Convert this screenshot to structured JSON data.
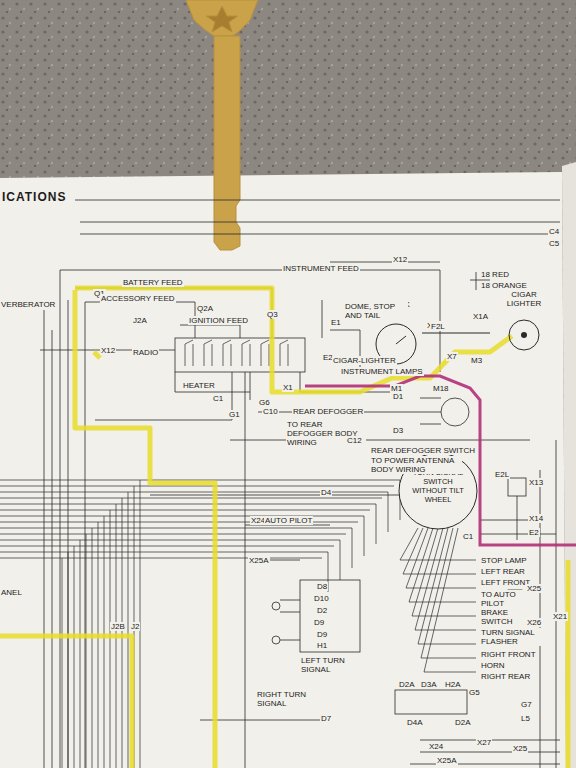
{
  "diagram": {
    "title": "ICATIONS",
    "nodes": [
      {
        "text": [
          "CLOCK"
        ]
      },
      {
        "text": [
          "CIGAR LIGHTER"
        ]
      },
      {
        "text": [
          "TURN SIGNAL SWITCH WITHOUT TILT WHEEL"
        ]
      }
    ],
    "edges": [
      {
        "from": 0,
        "to": 1,
        "label": "X21",
        "arrow": "none"
      }
    ],
    "labels": [
      "C4",
      "C5",
      "INSTRUMENT FEED",
      "X12",
      "BATTERY FEED",
      "Q1",
      "ACCESSORY FEED",
      "Q2A",
      "IGNITION FEED",
      "J2A",
      "VERBERATOR",
      "X12",
      "RADIO",
      "Q3",
      "E1",
      "E2",
      "DOME, STOP AND TAIL",
      "F2L",
      "18 RED",
      "18 ORANGE",
      "X1A",
      "X7",
      "M3",
      "CIGAR-LIGHTER",
      "INSTRUMENT LAMPS",
      "X1",
      "M1",
      "M18",
      "HEATER",
      "C1",
      "G1",
      "G6",
      "C10",
      "REAR DEFOGGER",
      "D1",
      "D3",
      "TO REAR DEFOGGER BODY WIRING",
      "C12",
      "REAR DEFOGGER SWITCH",
      "TO POWER ANTENNA BODY WIRING",
      "E2L",
      "X13",
      "X14",
      "E2",
      "D4",
      "X24",
      "AUTO PILOT",
      "C1",
      "X25A",
      "D8",
      "D10",
      "D2",
      "D9",
      "D9",
      "H1",
      "LEFT TURN SIGNAL",
      "RIGHT TURN SIGNAL",
      "D7",
      "J2B",
      "J2",
      "ANEL",
      "STOP LAMP",
      "LEFT REAR",
      "LEFT FRONT",
      "TO AUTO PILOT BRAKE SWITCH",
      "X25",
      "X26",
      "TURN SIGNAL FLASHER",
      "RIGHT FRONT",
      "HORN",
      "RIGHT REAR",
      "G5",
      "G7",
      "L5",
      "X24",
      "X27",
      "X25",
      "X25A",
      "X21",
      "D2A",
      "D3A",
      "H2A",
      "D4A",
      "D2A"
    ]
  }
}
